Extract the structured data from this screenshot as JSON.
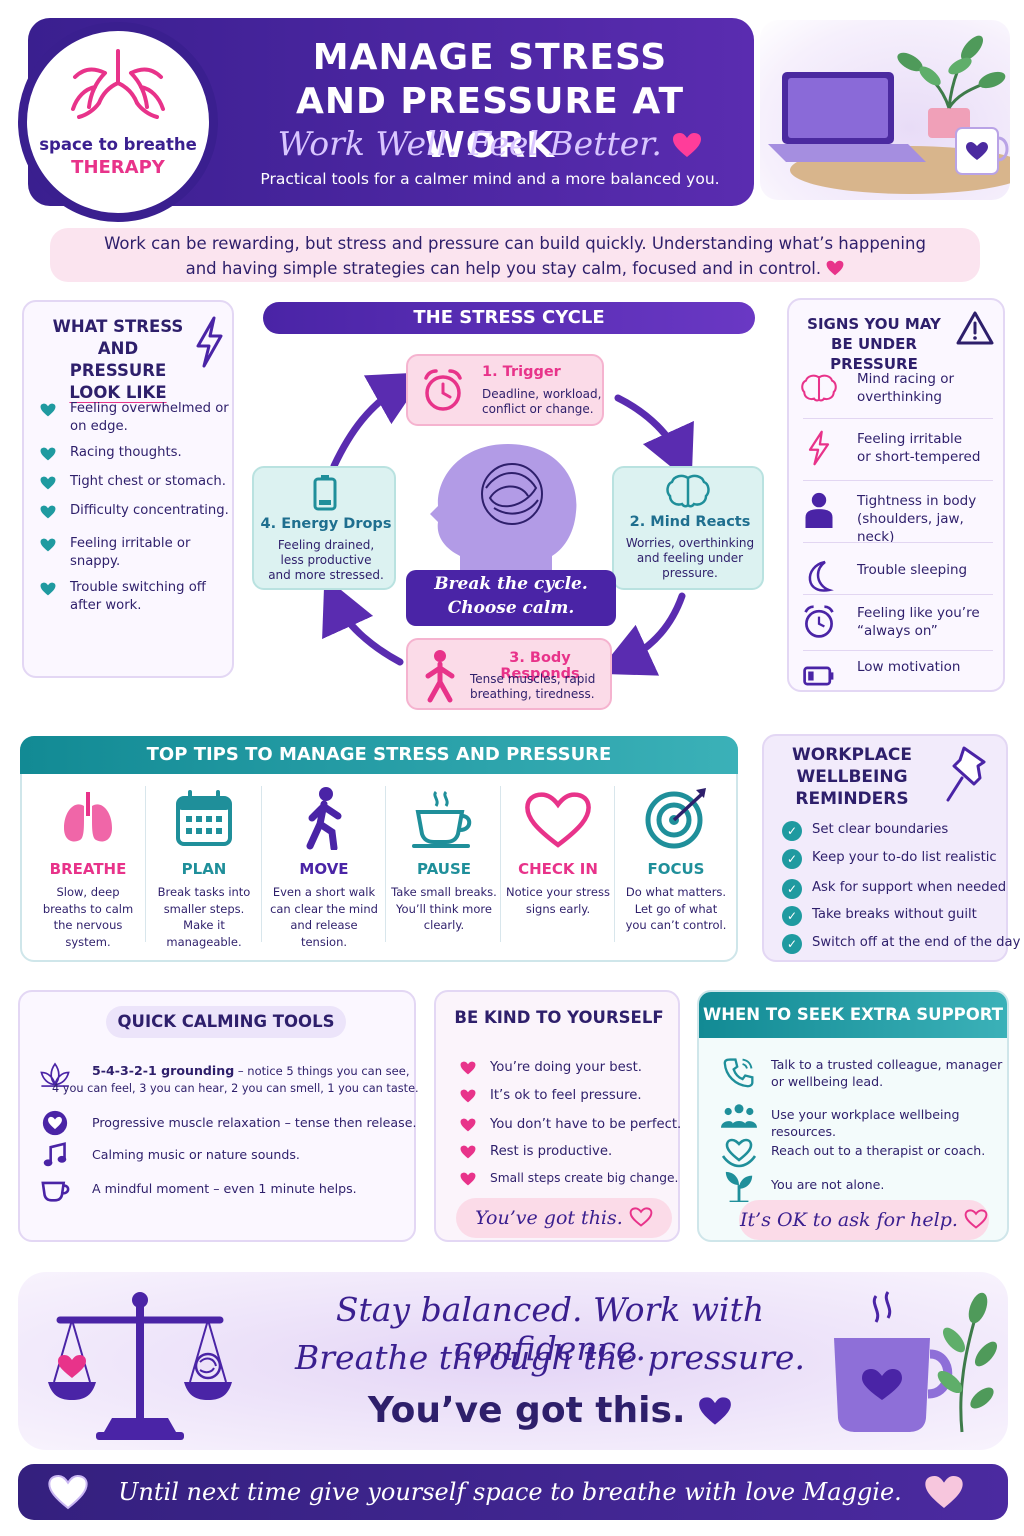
{
  "header": {
    "logo_line1": "space to breathe",
    "logo_line2": "THERAPY",
    "title_line1": "MANAGE STRESS",
    "title_line2": "AND PRESSURE AT WORK",
    "tagline": "Work Well. Feel Better.",
    "subtitle": "Practical tools for a calmer mind and a more balanced you."
  },
  "intro": {
    "line1": "Work can be rewarding, but stress and pressure can build quickly.  Understanding what’s happening",
    "line2": "and having simple strategies can help you stay calm, focused and in control."
  },
  "looks_like": {
    "title_l1": "WHAT STRESS",
    "title_l2": "AND PRESSURE",
    "title_l3": "LOOK LIKE",
    "items": [
      "Feeling overwhelmed or on edge.",
      "Racing thoughts.",
      "Tight chest or stomach.",
      "Difficulty concentrating.",
      "Feeling irritable or snappy.",
      "Trouble switching off after work."
    ]
  },
  "cycle": {
    "title": "THE STRESS CYCLE",
    "steps": [
      {
        "title": "1. Trigger",
        "desc_l1": "Deadline, workload,",
        "desc_l2": "conflict or change.",
        "desc_l3": ""
      },
      {
        "title": "2. Mind Reacts",
        "desc_l1": "Worries, overthinking",
        "desc_l2": "and feeling under",
        "desc_l3": "pressure."
      },
      {
        "title": "3. Body Responds",
        "desc_l1": "Tense muscles, rapid",
        "desc_l2": "breathing, tiredness.",
        "desc_l3": ""
      },
      {
        "title": "4. Energy Drops",
        "desc_l1": "Feeling drained,",
        "desc_l2": "less productive",
        "desc_l3": "and more stressed."
      }
    ],
    "center_l1": "Break the cycle.",
    "center_l2": "Choose calm."
  },
  "signs": {
    "title_l1": "SIGNS YOU MAY",
    "title_l2": "BE UNDER PRESSURE",
    "items": [
      {
        "l1": "Mind racing or",
        "l2": "overthinking",
        "icon": "brain-icon"
      },
      {
        "l1": "Feeling irritable",
        "l2": "or short-tempered",
        "icon": "lightning-icon"
      },
      {
        "l1": "Tightness in body",
        "l2": "(shoulders, jaw, neck)",
        "icon": "person-icon"
      },
      {
        "l1": "Trouble sleeping",
        "l2": "",
        "icon": "moon-icon"
      },
      {
        "l1": "Feeling like you’re",
        "l2": "“always on”",
        "icon": "alarm-clock-icon"
      },
      {
        "l1": "Low motivation",
        "l2": "",
        "icon": "low-battery-icon"
      }
    ]
  },
  "tips": {
    "title": "TOP TIPS TO MANAGE STRESS AND PRESSURE",
    "items": [
      {
        "title": "BREATHE",
        "l1": "Slow, deep",
        "l2": "breaths to calm",
        "l3": "the nervous system.",
        "color": "#e8338a"
      },
      {
        "title": "PLAN",
        "l1": "Break tasks into",
        "l2": "smaller steps.",
        "l3": "Make it manageable.",
        "color": "#1f8f9a"
      },
      {
        "title": "MOVE",
        "l1": "Even a short walk",
        "l2": "can clear the mind",
        "l3": "and release tension.",
        "color": "#4a24a6"
      },
      {
        "title": "PAUSE",
        "l1": "Take small breaks.",
        "l2": "You’ll think more",
        "l3": "clearly.",
        "color": "#1f8f9a"
      },
      {
        "title": "CHECK IN",
        "l1": "Notice your stress",
        "l2": "signs early.",
        "l3": "",
        "color": "#e8338a"
      },
      {
        "title": "FOCUS",
        "l1": "Do what matters.",
        "l2": "Let go of what",
        "l3": "you can’t control.",
        "color": "#1f8f9a"
      }
    ]
  },
  "reminders": {
    "title_l1": "WORKPLACE",
    "title_l2": "WELLBEING",
    "title_l3": "REMINDERS",
    "check": "✓",
    "items": [
      "Set clear boundaries",
      "Keep your to-do list realistic",
      "Ask for support when needed",
      "Take breaks without guilt",
      "Switch off at the end of the day"
    ]
  },
  "quick_tools": {
    "title": "QUICK CALMING TOOLS",
    "items": [
      {
        "bold": "5-4-3-2-1 grounding",
        "rest": " – notice 5 things you can see,",
        "l2": "4 you can feel, 3 you can hear, 2 you can smell, 1 you can taste."
      },
      {
        "bold": "",
        "rest": "Progressive muscle relaxation – tense then release.",
        "l2": ""
      },
      {
        "bold": "",
        "rest": "Calming music or nature sounds.",
        "l2": ""
      },
      {
        "bold": "",
        "rest": "A mindful moment – even 1 minute helps.",
        "l2": ""
      }
    ]
  },
  "kind": {
    "title": "BE KIND TO YOURSELF",
    "items": [
      "You’re doing your best.",
      "It’s ok to feel pressure.",
      "You don’t have to be perfect.",
      "Rest is productive.",
      "Small steps create big change."
    ],
    "closing": "You’ve got this."
  },
  "seek": {
    "title": "WHEN TO SEEK EXTRA SUPPORT",
    "items": [
      {
        "l1": "Talk to a trusted colleague, manager",
        "l2": "or wellbeing lead."
      },
      {
        "l1": "Use your workplace wellbeing resources.",
        "l2": ""
      },
      {
        "l1": "Reach out to a therapist or coach.",
        "l2": ""
      },
      {
        "l1": "You are not alone.",
        "l2": ""
      }
    ],
    "closing": "It’s OK to ask for help."
  },
  "footer": {
    "line1": "Stay balanced. Work with confidence.",
    "line2": "Breathe through the pressure.",
    "line3": "You’ve got this.",
    "signoff": "Until next time give yourself space to breathe with love Maggie."
  },
  "colors": {
    "navy": "#2e1f6b",
    "purple": "#4a24a6",
    "pink": "#e8338a",
    "teal": "#1f8f9a"
  }
}
